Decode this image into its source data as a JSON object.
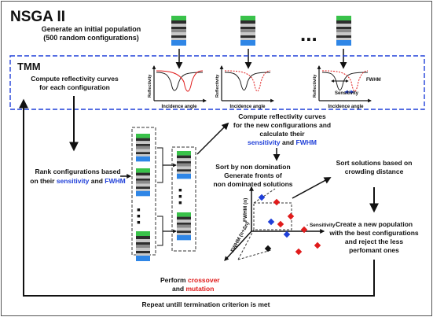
{
  "title": "NSGA II",
  "tmm_label": "TMM",
  "steps": {
    "generate_line1": "Generate an initial population",
    "generate_line2": "(500 random configurations)",
    "ellipsis": "...",
    "compute_line1": "Compute reflectivity curves",
    "compute_line2": "for each configuration",
    "rank_line1": "Rank configurations based",
    "rank_line2_prefix": "on their",
    "rank_sensitivity": "sensitivity",
    "rank_and": "and",
    "rank_fwhm": "FWHM",
    "compute_new_line1": "Compute reflectivity curves",
    "compute_new_line2": "for the new configurations and",
    "compute_new_line3": "calculate their",
    "compute_new_sensitivity": "sensitivity",
    "compute_new_and": "and",
    "compute_new_fwhm": "FWHM",
    "sort_line1": "Sort by non domination",
    "sort_line2": "Generate fronts of",
    "sort_line3": "non dominated solutions",
    "crowd_line1": "Sort solutions based on",
    "crowd_line2": "crowding distance",
    "newpop_line1": "Create a new population",
    "newpop_line2": "with the best configurations",
    "newpop_line3": "and reject the less",
    "newpop_line4": "perfomant ones",
    "perform_prefix": "Perform",
    "perform_crossover": "crossover",
    "perform_and": "and",
    "perform_mutation": "mutation",
    "repeat": "Repeat untill termination criterion is met"
  },
  "plots": {
    "ylabel": "Reflectivity",
    "xlabel": "Incidence angle",
    "sensitivity_label": "Sensitivity",
    "fwhm_label": "FWHM"
  },
  "pareto": {
    "axis_fwhm_n": "FWHM (n)",
    "axis_fwhm_n_dn": "FWHM (n+Δn)",
    "axis_sensitivity": "- Sensitivity"
  },
  "colors": {
    "accent_blue": "#1f3fd8",
    "accent_red": "#e01b1b",
    "layer_green": "#39c24a",
    "layer_blue": "#2f86e6",
    "layer_dark": "#2d2d2d",
    "layer_gray": "#8a8a8a",
    "layer_light": "#c8c8c8"
  }
}
